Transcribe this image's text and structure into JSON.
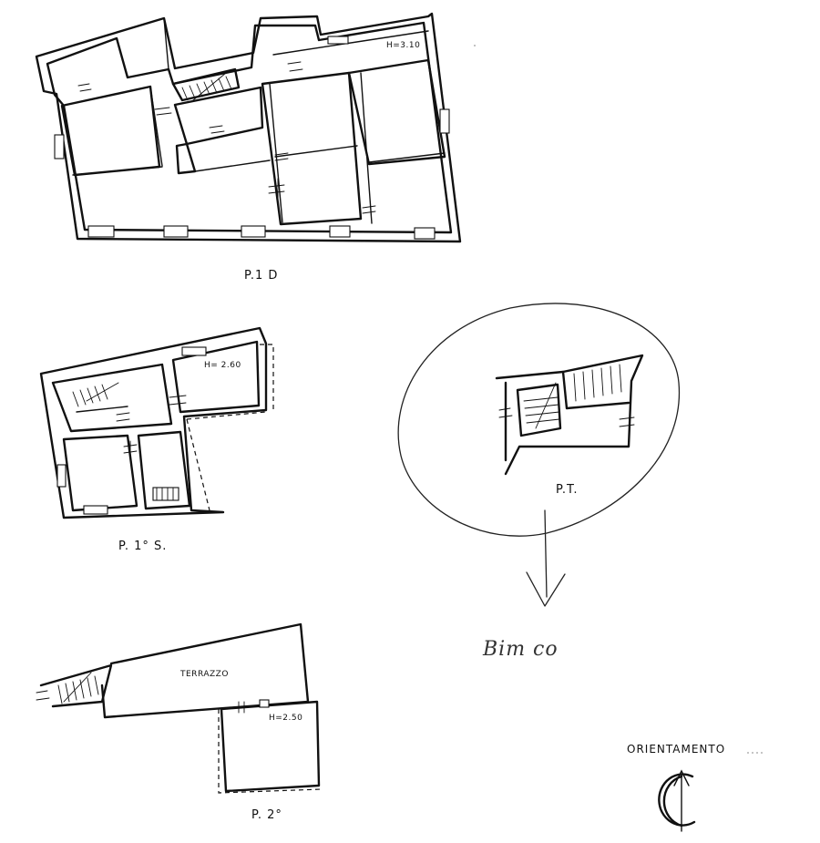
{
  "labels": {
    "plan_1": "P.1 D",
    "plan_1_s": "P. 1° S.",
    "plan_t": "P.T.",
    "plan_2": "P. 2°",
    "height_1": "H=3.10",
    "height_1s": "H= 2.60",
    "height_2": "H=2.50",
    "terrace": "TERRAZZO",
    "handwriting": "Bim co",
    "orientation": "ORIENTAMENTO"
  },
  "icons": {
    "compass": "north-arrow-icon"
  }
}
